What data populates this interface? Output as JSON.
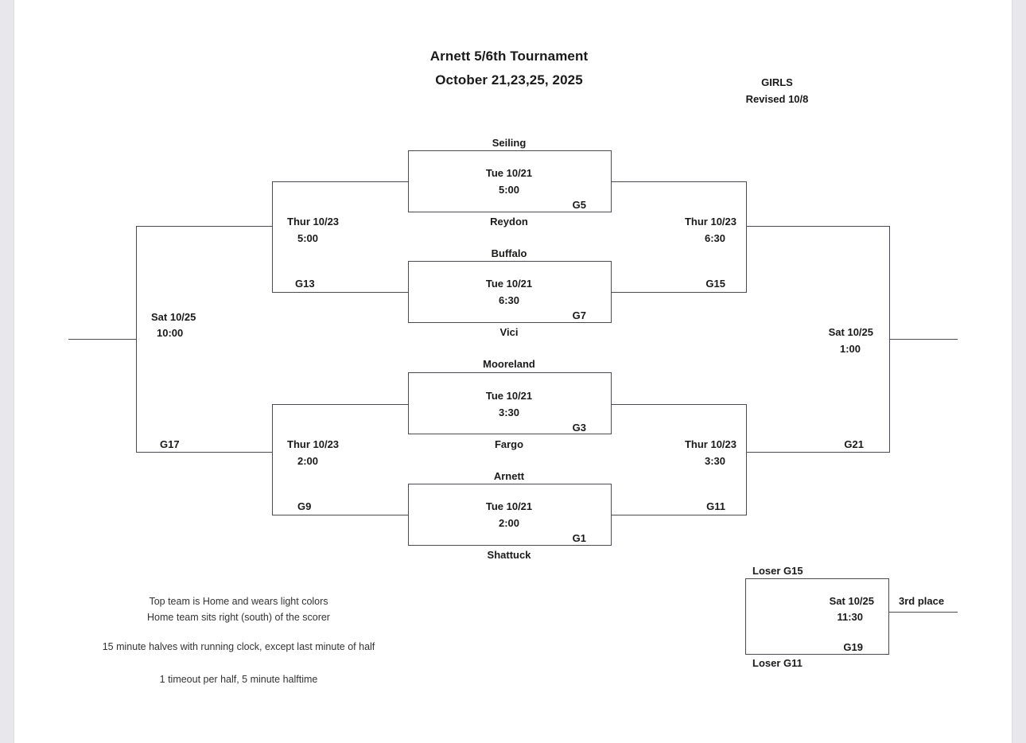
{
  "document": {
    "title_line1": "Arnett 5/6th Tournament",
    "title_line2": "October 21,23,25, 2025",
    "division": "GIRLS",
    "revision": "Revised 10/8"
  },
  "round1": {
    "games": [
      {
        "id": "G5",
        "top_team": "Seiling",
        "bottom_team": "Reydon",
        "date": "Tue 10/21",
        "time": "5:00"
      },
      {
        "id": "G7",
        "top_team": "Buffalo",
        "bottom_team": "Vici",
        "date": "Tue 10/21",
        "time": "6:30"
      },
      {
        "id": "G3",
        "top_team": "Mooreland",
        "bottom_team": "Fargo",
        "date": "Tue 10/21",
        "time": "3:30"
      },
      {
        "id": "G1",
        "top_team": "Arnett",
        "bottom_team": "Shattuck",
        "date": "Tue 10/21",
        "time": "2:00"
      }
    ]
  },
  "round2": {
    "games": [
      {
        "id": "G13",
        "date": "Thur 10/23",
        "time": "5:00",
        "side": "left"
      },
      {
        "id": "G15",
        "date": "Thur 10/23",
        "time": "6:30",
        "side": "right"
      },
      {
        "id": "G9",
        "date": "Thur 10/23",
        "time": "2:00",
        "side": "left"
      },
      {
        "id": "G11",
        "date": "Thur 10/23",
        "time": "3:30",
        "side": "right"
      }
    ]
  },
  "semifinals": {
    "games": [
      {
        "id": "G17",
        "date": "Sat 10/25",
        "time": "10:00",
        "side": "left"
      },
      {
        "id": "G21",
        "date": "Sat 10/25",
        "time": "1:00",
        "side": "right"
      }
    ]
  },
  "consolation": {
    "id": "G19",
    "top_team": "Loser G15",
    "bottom_team": "Loser G11",
    "date": "Sat 10/25",
    "time": "11:30",
    "outcome_label": "3rd place"
  },
  "notes": [
    "Top team is Home and wears light colors",
    "Home team sits right (south) of the scorer",
    "15 minute halves with running clock, except last minute of half",
    "1 timeout per half, 5 minute halftime"
  ]
}
